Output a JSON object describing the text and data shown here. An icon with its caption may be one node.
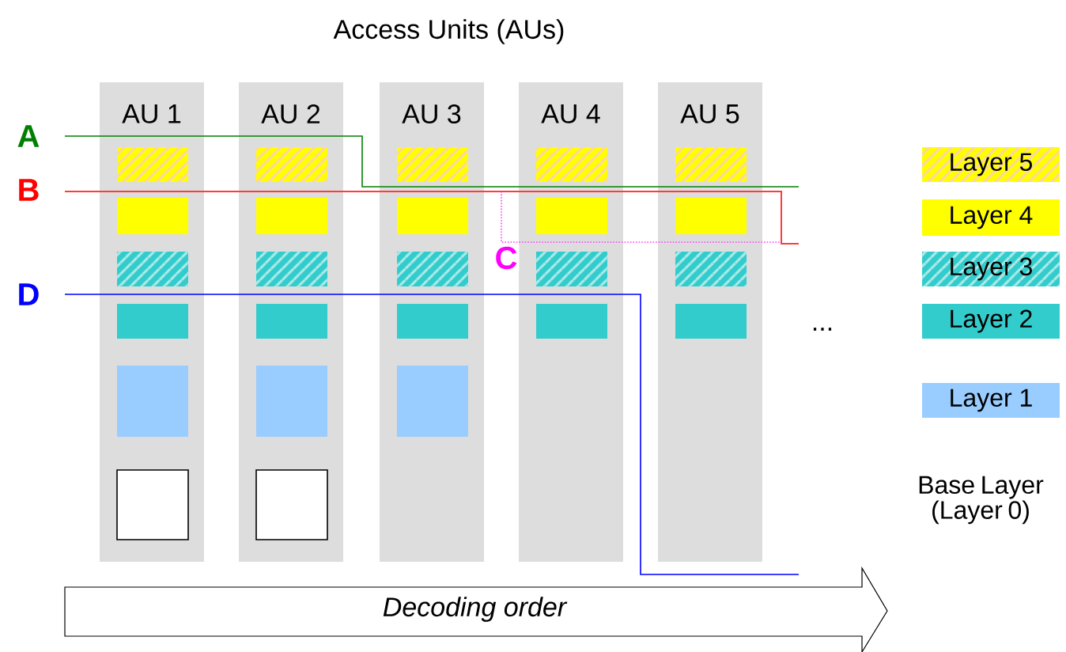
{
  "diagram": {
    "title": "Access Units (AUs)",
    "nodes": [
      {
        "text": [
          "AU 1"
        ]
      },
      {
        "text": [],
        "shape": "box",
        "in": 0
      },
      {
        "text": [],
        "shape": "box",
        "in": 0
      },
      {
        "text": [],
        "shape": "box",
        "in": 0
      },
      {
        "text": [],
        "shape": "box",
        "in": 0
      },
      {
        "text": [],
        "shape": "box",
        "in": 0
      },
      {
        "text": [],
        "shape": "box",
        "in": 0
      },
      {
        "text": [
          "AU 2"
        ]
      },
      {
        "text": [],
        "shape": "box",
        "in": 7
      },
      {
        "text": [],
        "shape": "box",
        "in": 7
      },
      {
        "text": [],
        "shape": "box",
        "in": 7
      },
      {
        "text": [],
        "shape": "box",
        "in": 7
      },
      {
        "text": [],
        "shape": "box",
        "in": 7
      },
      {
        "text": [],
        "shape": "box",
        "in": 7
      },
      {
        "text": [
          "AU 3"
        ]
      },
      {
        "text": [],
        "shape": "box",
        "in": 14
      },
      {
        "text": [],
        "shape": "box",
        "in": 14
      },
      {
        "text": [],
        "shape": "box",
        "in": 14
      },
      {
        "text": [],
        "shape": "box",
        "in": 14
      },
      {
        "text": [],
        "shape": "box",
        "in": 14
      },
      {
        "text": [
          "AU 4"
        ]
      },
      {
        "text": [],
        "shape": "box",
        "in": 20
      },
      {
        "text": [],
        "shape": "box",
        "in": 20
      },
      {
        "text": [],
        "shape": "box",
        "in": 20
      },
      {
        "text": [],
        "shape": "box",
        "in": 20
      },
      {
        "text": [
          "AU 5"
        ]
      },
      {
        "text": [],
        "shape": "box",
        "in": 25
      },
      {
        "text": [],
        "shape": "box",
        "in": 25
      },
      {
        "text": [],
        "shape": "box",
        "in": 25
      },
      {
        "text": [],
        "shape": "box",
        "in": 25
      },
      {
        "text": [
          "Decoding order"
        ]
      }
    ],
    "edges": [],
    "labels": [
      "A",
      "B",
      "C",
      "D",
      "...",
      "Base Layer (Layer 0)"
    ],
    "legend": [
      {
        "text": "Layer 5",
        "color": "#ffff00"
      },
      {
        "text": "Layer 4",
        "color": "#ffff00"
      },
      {
        "text": "Layer 3",
        "color": "#33cccc"
      },
      {
        "text": "Layer 2",
        "color": "#33cccc"
      },
      {
        "text": "Layer 1",
        "color": "#99ccff"
      }
    ]
  }
}
